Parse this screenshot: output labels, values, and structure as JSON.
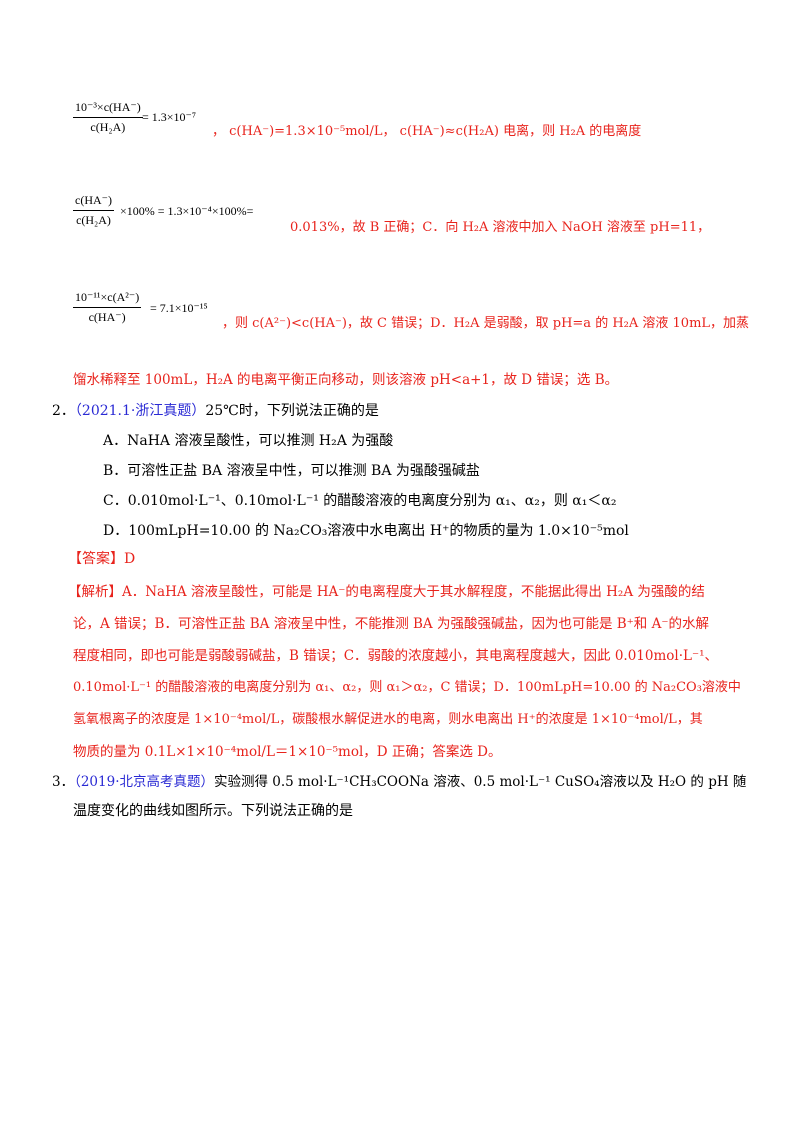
{
  "eq1": {
    "num": "10⁻³×c(HA⁻)",
    "den": "c(H₂A)",
    "rhs": "= 1.3×10⁻⁷",
    "tail": "， c(HA⁻)=1.3×10⁻⁵mol/L， c(HA⁻)≈c(H₂A) 电离，则 H₂A 的电离度"
  },
  "eq2": {
    "num": "c(HA⁻)",
    "den": "c(H₂A)",
    "rhs": "×100% = 1.3×10⁻⁴×100%=",
    "tail": "0.013%，故 B 正确；C．向 H₂A 溶液中加入 NaOH 溶液至 pH=11，"
  },
  "eq3": {
    "num": "10⁻¹¹×c(A²⁻)",
    "den": "c(HA⁻)",
    "rhs": "= 7.1×10⁻¹⁵",
    "tail": "，则 c(A²⁻)<c(HA⁻)，故 C 错误；D．H₂A 是弱酸，取 pH=a 的 H₂A 溶液 10mL，加蒸"
  },
  "eq3_cont": "馏水稀释至 100mL，H₂A 的电离平衡正向移动，则该溶液 pH<a+1，故 D 错误；选 B。",
  "q2": {
    "number": "2．",
    "source": "（2021.1·浙江真题）",
    "stem": "25℃时，下列说法正确的是",
    "options": [
      "A．NaHA 溶液呈酸性，可以推测 H₂A 为强酸",
      "B．可溶性正盐 BA 溶液呈中性，可以推测 BA 为强酸强碱盐",
      "C．0.010mol·L⁻¹、0.10mol·L⁻¹ 的醋酸溶液的电离度分别为 α₁、α₂，则 α₁＜α₂",
      "D．100mLpH=10.00 的 Na₂CO₃溶液中水电离出 H⁺的物质的量为 1.0×10⁻⁵mol"
    ],
    "answer": "【答案】D",
    "analysis": [
      "【解析】A．NaHA 溶液呈酸性，可能是 HA⁻的电离程度大于其水解程度，不能据此得出 H₂A 为强酸的结",
      "论，A 错误；B．可溶性正盐 BA 溶液呈中性，不能推测 BA 为强酸强碱盐，因为也可能是 B⁺和 A⁻的水解",
      "程度相同，即也可能是弱酸弱碱盐，B 错误；C．弱酸的浓度越小，其电离程度越大，因此 0.010mol·L⁻¹、",
      "0.10mol·L⁻¹ 的醋酸溶液的电离度分别为 α₁、α₂，则 α₁＞α₂，C 错误；D．100mLpH=10.00 的 Na₂CO₃溶液中",
      "氢氧根离子的浓度是 1×10⁻⁴mol/L，碳酸根水解促进水的电离，则水电离出 H⁺的浓度是 1×10⁻⁴mol/L，其",
      "物质的量为 0.1L×1×10⁻⁴mol/L＝1×10⁻⁵mol，D 正确；答案选 D。"
    ]
  },
  "q3": {
    "number": "3．",
    "source": "（2019·北京高考真题）",
    "stem_line1": "实验测得 0.5 mol·L⁻¹CH₃COONa 溶液、0.5 mol·L⁻¹ CuSO₄溶液以及 H₂O 的 pH 随",
    "stem_line2": "温度变化的曲线如图所示。下列说法正确的是"
  }
}
